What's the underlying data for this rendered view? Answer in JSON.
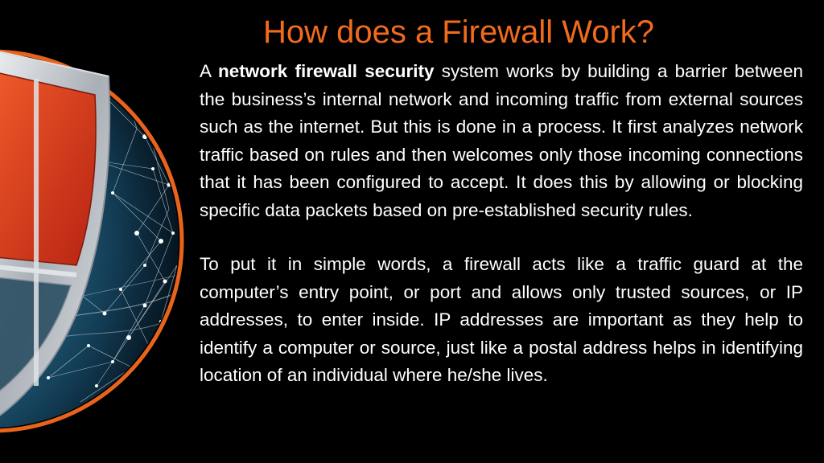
{
  "slide": {
    "title": "How does a Firewall Work?",
    "paragraph1": {
      "lead": "A ",
      "bold": "network firewall security",
      "rest": " system works by building a barrier between the business’s internal network and incoming traffic from external sources such as the internet. But this is done in a process. It first analyzes network traffic based on rules and then welcomes only those incoming connections that it has been configured to accept. It does this by allowing or blocking specific data packets based on pre-established security rules."
    },
    "paragraph2": "To put it in simple words, a firewall acts like a traffic guard at the computer’s entry point, or port and allows only trusted sources, or IP addresses, to enter inside. IP addresses are important as they help to identify a computer or source, just like a postal address helps in identifying location of an individual where he/she lives."
  },
  "colors": {
    "background": "#000000",
    "title": "#f26b1d",
    "text": "#ffffff",
    "globe_ring": "#e8641c",
    "shield_red": "#d8341a",
    "shield_silver": "#c9cdd2",
    "globe_blue": "#2a6f8f"
  },
  "icons": [
    "shield-icon",
    "globe-icon"
  ]
}
